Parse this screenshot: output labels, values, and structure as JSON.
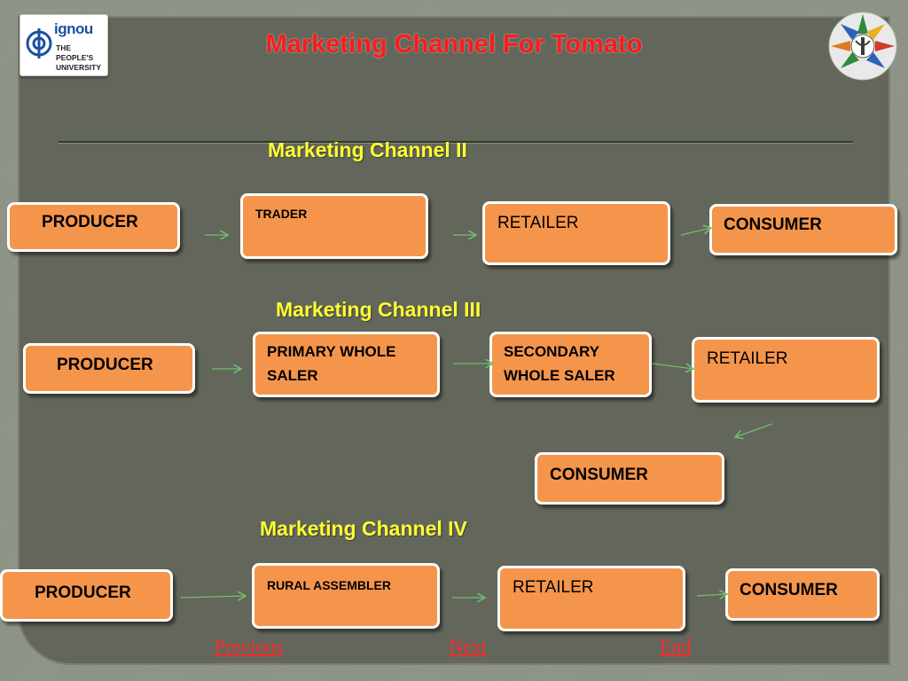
{
  "header": {
    "title": "Marketing Channel For Tomato",
    "logo_left": {
      "brand": "ignou",
      "tagline_line1": "THE PEOPLE'S",
      "tagline_line2": "UNIVERSITY"
    }
  },
  "channels": [
    {
      "heading": "Marketing Channel II",
      "nodes": [
        "PRODUCER",
        "TRADER",
        "RETAILER",
        "CONSUMER"
      ]
    },
    {
      "heading": "Marketing Channel III",
      "nodes": [
        "PRODUCER",
        "PRIMARY WHOLE SALER",
        "SECONDARY WHOLE SALER",
        "RETAILER",
        "CONSUMER"
      ]
    },
    {
      "heading": "Marketing Channel IV",
      "nodes": [
        "PRODUCER",
        "RURAL ASSEMBLER",
        "RETAILER",
        "CONSUMER"
      ]
    }
  ],
  "navigation": {
    "previous": "Previous",
    "next": "Next",
    "end": "End"
  },
  "colors": {
    "title": "#ff1a1a",
    "heading": "#ffff33",
    "box_fill": "#f5954c",
    "panel": "#63665a",
    "nav_link": "#ff2b2b"
  }
}
